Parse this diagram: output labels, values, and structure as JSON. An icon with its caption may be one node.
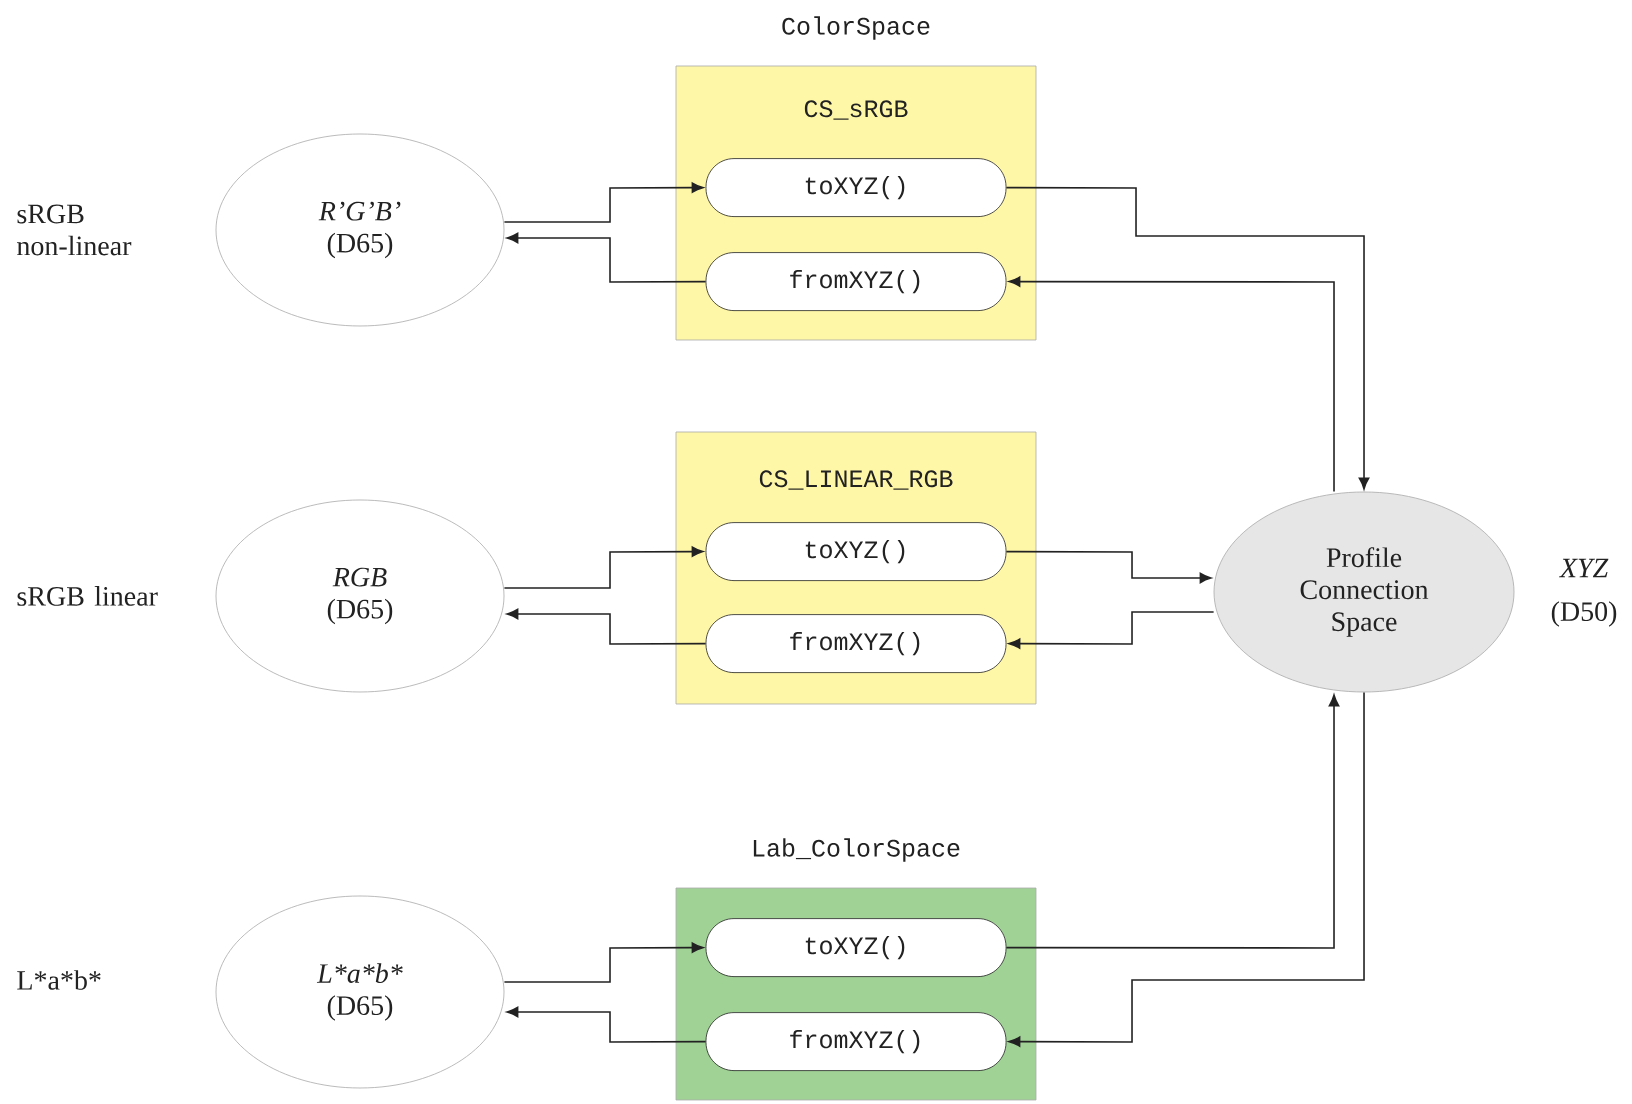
{
  "diagram": {
    "nodes": [
      {
        "text": [
          "R’G’B’",
          "(D65)"
        ]
      },
      {
        "text": [
          "ColorSpace",
          "CS_sRGB"
        ]
      },
      {
        "text": [
          "toXYZ()"
        ],
        "in": 1
      },
      {
        "text": [
          "fromXYZ()"
        ],
        "in": 1
      },
      {
        "text": [
          "RGB",
          "(D65)"
        ]
      },
      {
        "text": [
          "CS_LINEAR_RGB"
        ]
      },
      {
        "text": [
          "toXYZ()"
        ],
        "in": 5
      },
      {
        "text": [
          "fromXYZ()"
        ],
        "in": 5
      },
      {
        "text": [
          "L*a*b*",
          "(D65)"
        ]
      },
      {
        "text": [
          "Lab_ColorSpace"
        ]
      },
      {
        "text": [
          "toXYZ()"
        ],
        "in": 9
      },
      {
        "text": [
          "fromXYZ()"
        ],
        "in": 9
      },
      {
        "text": [
          "Profile Connection Space"
        ],
        "beside": [
          "XYZ",
          "(D50)"
        ]
      }
    ],
    "edges": [
      {
        "from": 0,
        "to": 2,
        "arrow": "to"
      },
      {
        "from": 3,
        "to": 0,
        "arrow": "to"
      },
      {
        "from": 2,
        "to": 12,
        "arrow": "to"
      },
      {
        "from": 12,
        "to": 3,
        "arrow": "to"
      },
      {
        "from": 4,
        "to": 6,
        "arrow": "to"
      },
      {
        "from": 7,
        "to": 4,
        "arrow": "to"
      },
      {
        "from": 6,
        "to": 12,
        "arrow": "to"
      },
      {
        "from": 12,
        "to": 7,
        "arrow": "to"
      },
      {
        "from": 8,
        "to": 10,
        "arrow": "to"
      },
      {
        "from": 11,
        "to": 8,
        "arrow": "to"
      },
      {
        "from": 10,
        "to": 12,
        "arrow": "to"
      },
      {
        "from": 12,
        "to": 11,
        "arrow": "to"
      }
    ],
    "labels": [
      "sRGB non-linear",
      "sRGB linear",
      "L*a*b*"
    ]
  }
}
